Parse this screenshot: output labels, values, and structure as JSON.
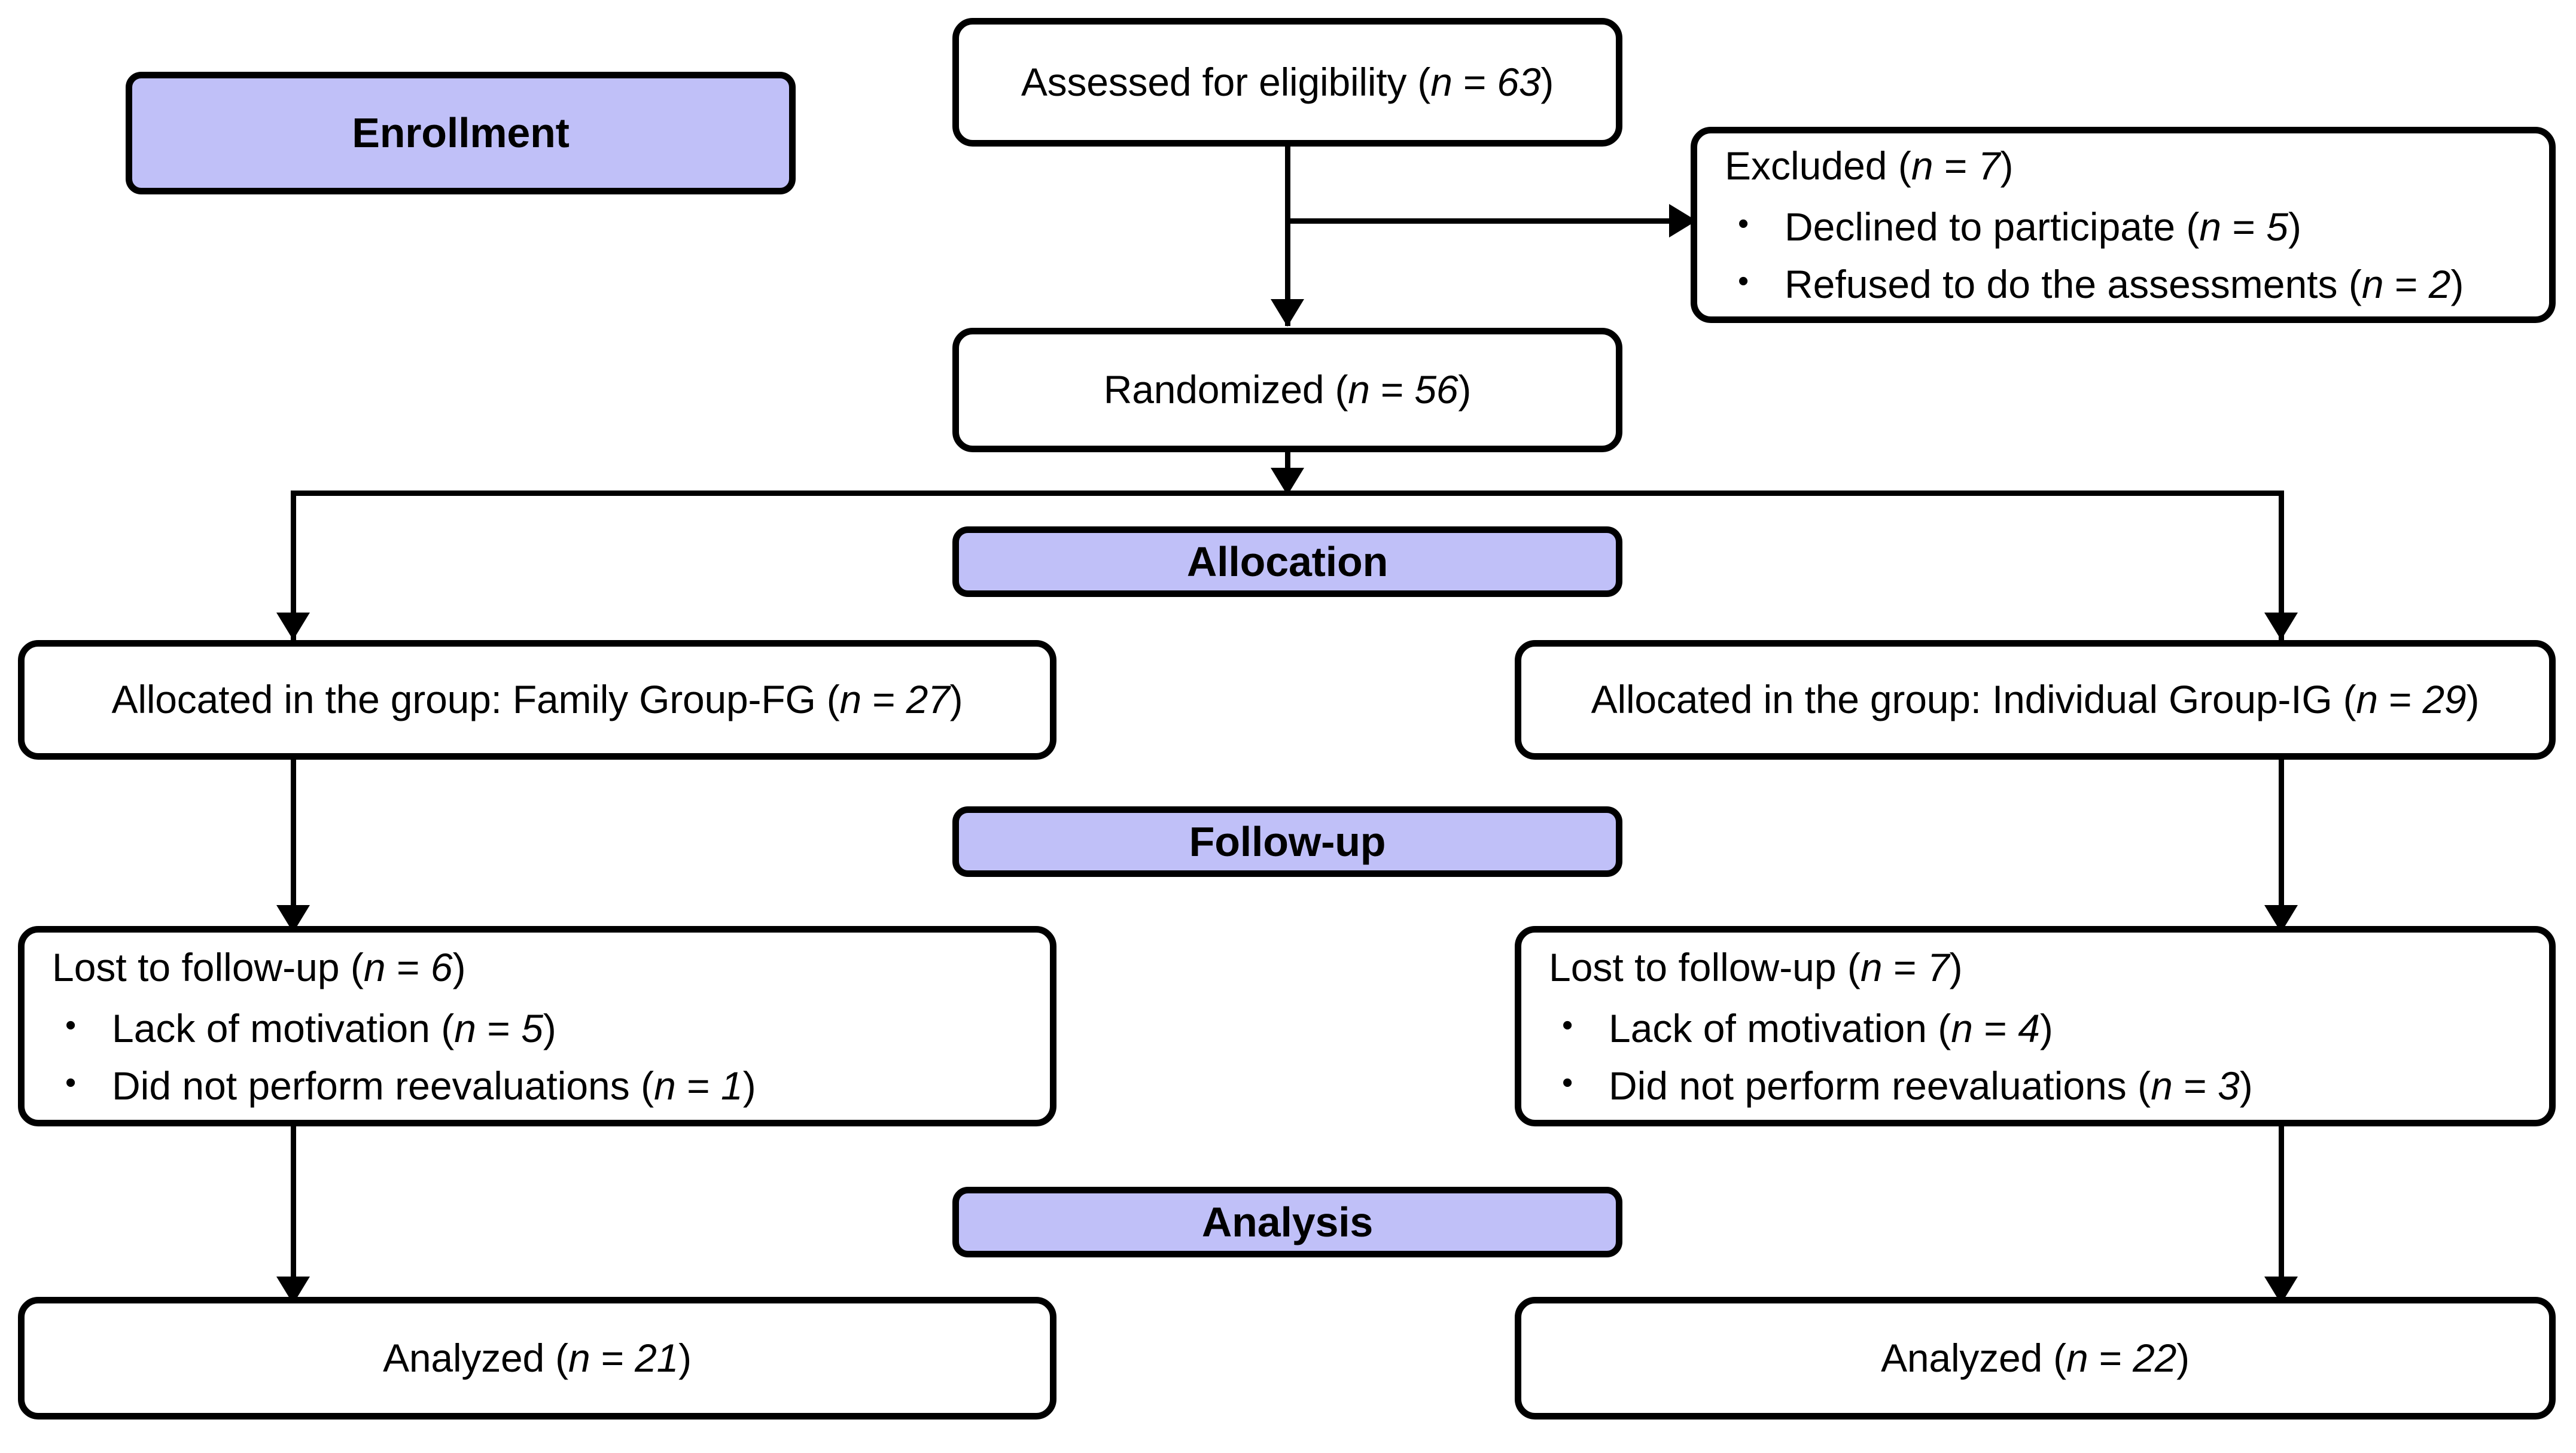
{
  "diagram": {
    "title": "CONSORT participant flow diagram",
    "accent_color": "#C0C0F8",
    "line_color": "#000000",
    "box_fill": "#FFFFFF"
  },
  "stage_labels": {
    "enrollment": "Enrollment",
    "allocation": "Allocation",
    "followup": "Follow-up",
    "analysis": "Analysis"
  },
  "enrollment": {
    "assessed": {
      "text": "Assessed for eligibility (n = 63)",
      "label": "Assessed for eligibility",
      "n": 63
    },
    "excluded": {
      "head": "Excluded (n = 7)",
      "label": "Excluded",
      "n": 7,
      "reasons": [
        {
          "text": "Declined to participate (n = 5)",
          "label": "Declined to participate",
          "n": 5
        },
        {
          "text": "Refused to do the assessments (n = 2)",
          "label": "Refused to do the assessments",
          "n": 2
        }
      ]
    },
    "randomized": {
      "text": "Randomized (n = 56)",
      "label": "Randomized",
      "n": 56
    }
  },
  "allocation": {
    "left": {
      "text": "Allocated in the group: Family Group-FG (n = 27)",
      "label": "Allocated in the group: Family Group-FG",
      "n": 27
    },
    "right": {
      "text": "Allocated in the group: Individual Group-IG (n = 29)",
      "label": "Allocated in the group: Individual Group-IG",
      "n": 29
    }
  },
  "followup": {
    "left": {
      "head": "Lost to follow-up (n = 6)",
      "label": "Lost to follow-up",
      "n": 6,
      "reasons": [
        {
          "text": "Lack of motivation (n = 5)",
          "label": "Lack of motivation",
          "n": 5
        },
        {
          "text": "Did not perform reevaluations (n = 1)",
          "label": "Did not perform reevaluations",
          "n": 1
        }
      ]
    },
    "right": {
      "head": "Lost to follow-up (n = 7)",
      "label": "Lost to follow-up",
      "n": 7,
      "reasons": [
        {
          "text": "Lack of motivation (n = 4)",
          "label": "Lack of motivation",
          "n": 4
        },
        {
          "text": "Did not perform reevaluations (n = 3)",
          "label": "Did not perform reevaluations",
          "n": 3
        }
      ]
    }
  },
  "analysis": {
    "left": {
      "text": "Analyzed (n = 21)",
      "label": "Analyzed",
      "n": 21
    },
    "right": {
      "text": "Analyzed (n = 22)",
      "label": "Analyzed",
      "n": 22
    }
  },
  "bullet_glyph": "•"
}
